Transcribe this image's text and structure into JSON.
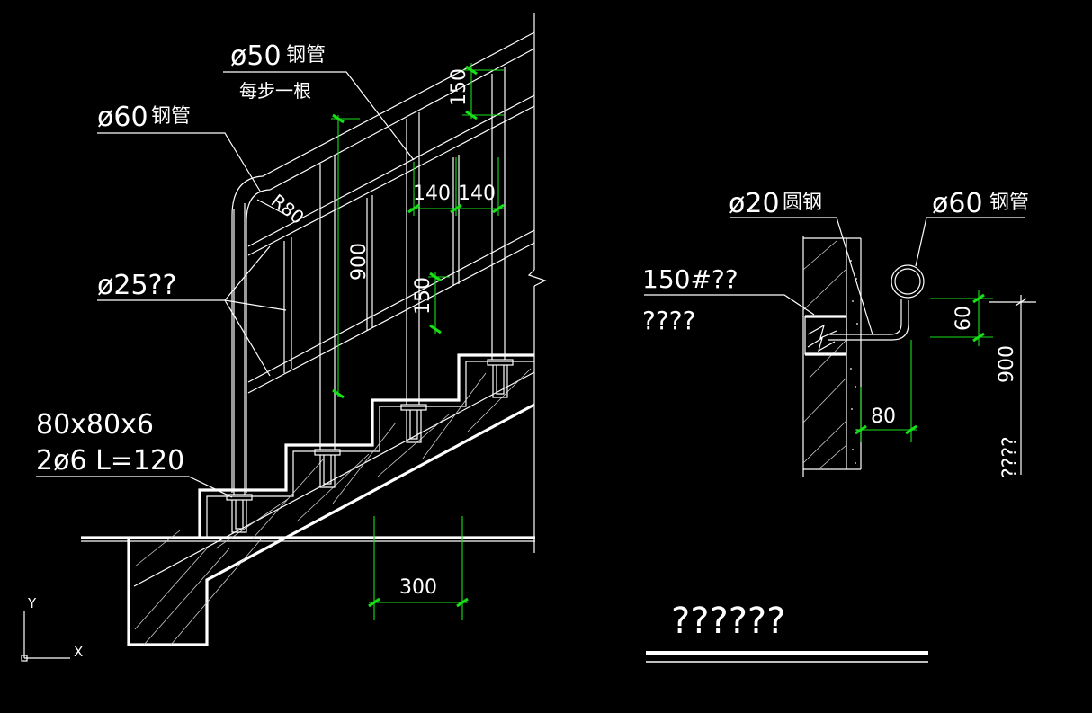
{
  "left_detail": {
    "label_pipe50": "ø50",
    "label_pipe50_suffix": "钢管",
    "label_pipe50_note": "每步一根",
    "label_pipe60": "ø60",
    "label_pipe60_suffix": "钢管",
    "label_pipe25": "ø25??",
    "label_radius": "R80",
    "label_plate_1": "80x80x6",
    "label_plate_2": "2ø6 L=120",
    "dim_150_top": "150",
    "dim_140_a": "140",
    "dim_140_b": "140",
    "dim_900": "900",
    "dim_150_mid": "150",
    "dim_300": "300"
  },
  "right_detail": {
    "label_rod20": "ø20",
    "label_rod20_suffix": "圆钢",
    "label_pipe60": "ø60",
    "label_pipe60_suffix": "钢管",
    "label_wall_1": "150#??",
    "label_wall_2": "????",
    "dim_60": "60",
    "dim_80": "80",
    "dim_900": "900",
    "label_vertical": "????"
  },
  "footer": {
    "title": "??????"
  },
  "ucs": {
    "y_label": "Y",
    "x_label": "X"
  }
}
